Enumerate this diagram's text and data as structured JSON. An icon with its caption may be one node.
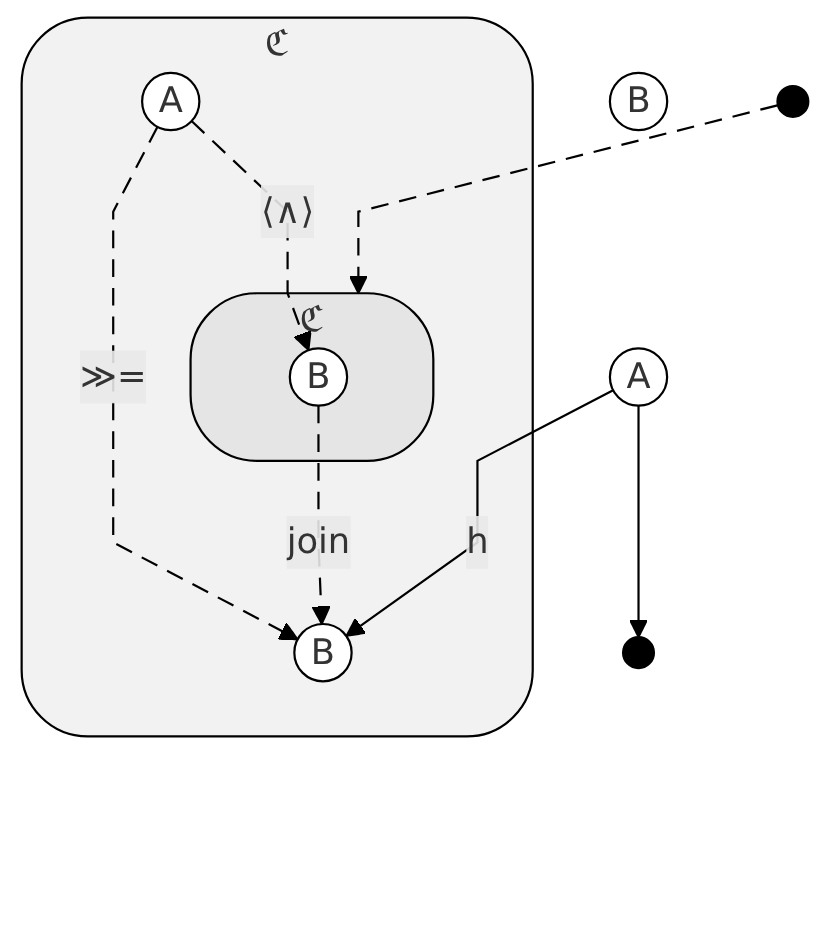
{
  "diagram": {
    "nodes": [
      {
        "text": [
          "ℭ"
        ]
      },
      {
        "text": [
          "ℭ"
        ],
        "in": 0
      },
      {
        "text": [
          "B"
        ],
        "in": 1
      },
      {
        "text": [
          "A"
        ],
        "in": 0
      },
      {
        "text": [
          "B"
        ],
        "in": 0
      },
      {
        "text": [
          "A"
        ]
      },
      {
        "text": [
          "B"
        ]
      }
    ],
    "edges": [
      {
        "from": 3,
        "to": 2,
        "arrow": "to",
        "style": "dashed",
        "label": "⟨∧⟩"
      },
      {
        "from": 3,
        "to": 4,
        "arrow": "to",
        "style": "dashed",
        "label": "≫="
      },
      {
        "from": 2,
        "to": 4,
        "arrow": "to",
        "style": "dashed",
        "label": "join"
      },
      {
        "from": 5,
        "to": 4,
        "arrow": "to",
        "label": "h"
      },
      {
        "from": 5,
        "to": null,
        "arrow": "to"
      },
      {
        "from": null,
        "to": 1,
        "arrow": "to",
        "style": "dashed"
      }
    ]
  }
}
